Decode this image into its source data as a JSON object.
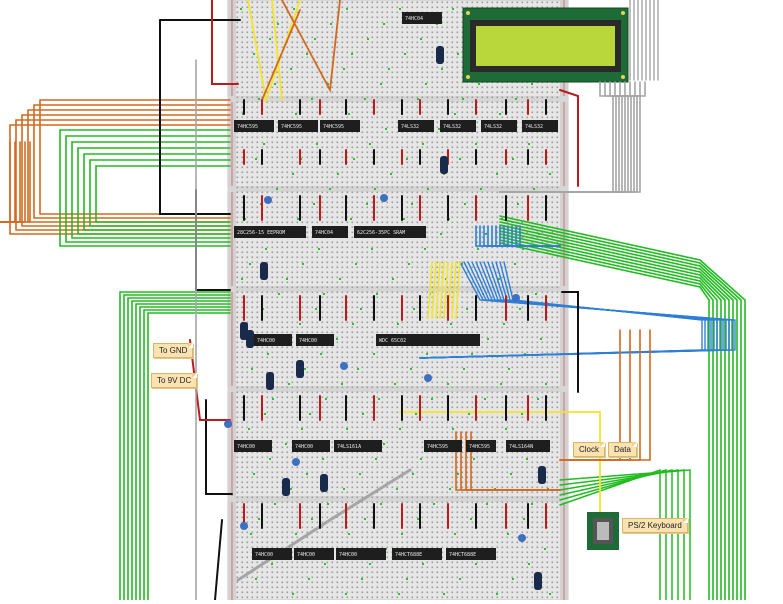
{
  "chips": {
    "row1": [
      "74HC04"
    ],
    "row2": [
      "74HC595",
      "74HC595",
      "74HC595",
      "74LS32",
      "74LS32",
      "74LS32",
      "74LS32"
    ],
    "row3": [
      "28C256-15 EEPROM",
      "74HC04",
      "62C256-35PC SRAM"
    ],
    "row4": [
      "74HC00",
      "74HC00",
      "WDC 65C02"
    ],
    "row5": [
      "74HC00",
      "74HC00",
      "74LS161A",
      "74HC595",
      "74HC595",
      "74LS164N"
    ],
    "row6": [
      "74HC00",
      "74HC00",
      "74HC00",
      "74HCT688E",
      "74HCT688E"
    ]
  },
  "labels": {
    "gnd": "To GND",
    "vdc": "To 9V DC",
    "clock": "Clock",
    "data": "Data",
    "ps2": "PS/2 Keyboard"
  },
  "colors": {
    "breadboard": "#e6e6e6",
    "lcd_board": "#1e6b37",
    "lcd_screen": "#b9d63a",
    "wire_green": "#22bb22",
    "wire_orange": "#d2691e",
    "wire_blue": "#2f7fd6",
    "wire_yellow": "#f2e52a",
    "wire_red": "#b81c1c",
    "wire_black": "#111111",
    "wire_gray": "#a5a5a5"
  }
}
